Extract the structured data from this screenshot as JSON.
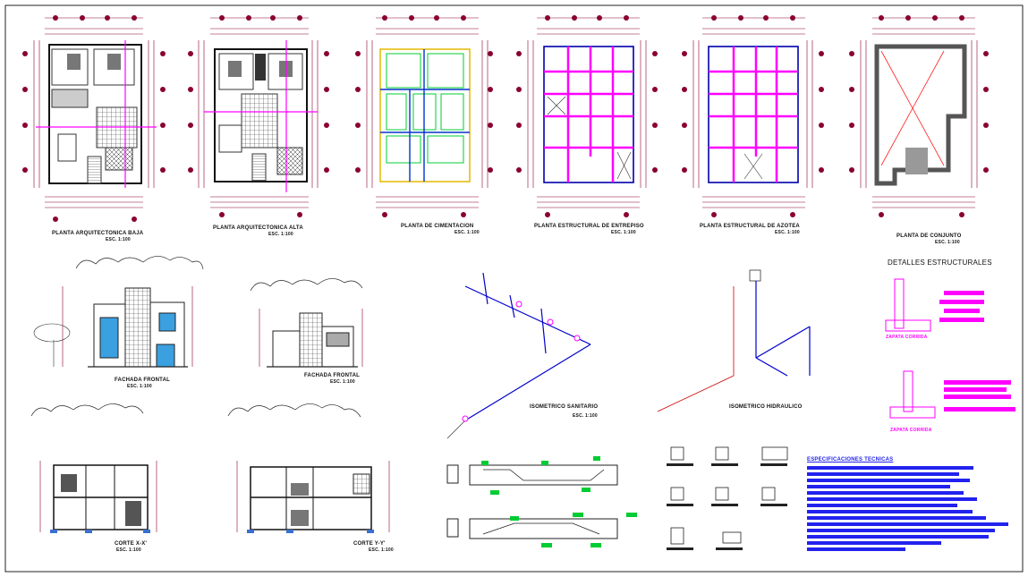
{
  "sheet": {
    "plans": [
      {
        "title": "PLANTA ARQUITECTONICA BAJA",
        "scale": "ESC. 1:100"
      },
      {
        "title": "PLANTA ARQUITECTONICA ALTA",
        "scale": "ESC. 1:100"
      },
      {
        "title": "PLANTA DE CIMENTACION",
        "scale": "ESC. 1:100"
      },
      {
        "title": "PLANTA ESTRUCTURAL DE ENTREPISO",
        "scale": "ESC. 1:100"
      },
      {
        "title": "PLANTA ESTRUCTURAL DE AZOTEA",
        "scale": "ESC. 1:100"
      },
      {
        "title": "PLANTA DE CONJUNTO",
        "scale": "ESC. 1:100"
      }
    ],
    "elevations": [
      {
        "title": "FACHADA FRONTAL",
        "scale": "ESC. 1:100"
      },
      {
        "title": "FACHADA FRONTAL",
        "scale": "ESC. 1:100"
      }
    ],
    "sections": [
      {
        "title": "CORTE X-X'",
        "scale": "ESC. 1:100"
      },
      {
        "title": "CORTE Y-Y'",
        "scale": "ESC. 1:100"
      }
    ],
    "isometrics": [
      {
        "title": "ISOMETRICO SANITARIO",
        "scale": "ESC. 1:100"
      },
      {
        "title": "ISOMETRICO HIDRAULICO"
      }
    ],
    "details": {
      "title": "DETALLES ESTRUCTURALES",
      "items": [
        "ZAPATA CORRIDA",
        "ZAPATA CORRIDA"
      ]
    },
    "specs": {
      "title": "ESPECIFICACIONES TECNICAS"
    },
    "colors": {
      "grid": "#b0003a",
      "magenta": "#ff00ff",
      "blue": "#0000dd",
      "green": "#00cc33",
      "yellow": "#e6b800",
      "line": "#222222"
    }
  }
}
